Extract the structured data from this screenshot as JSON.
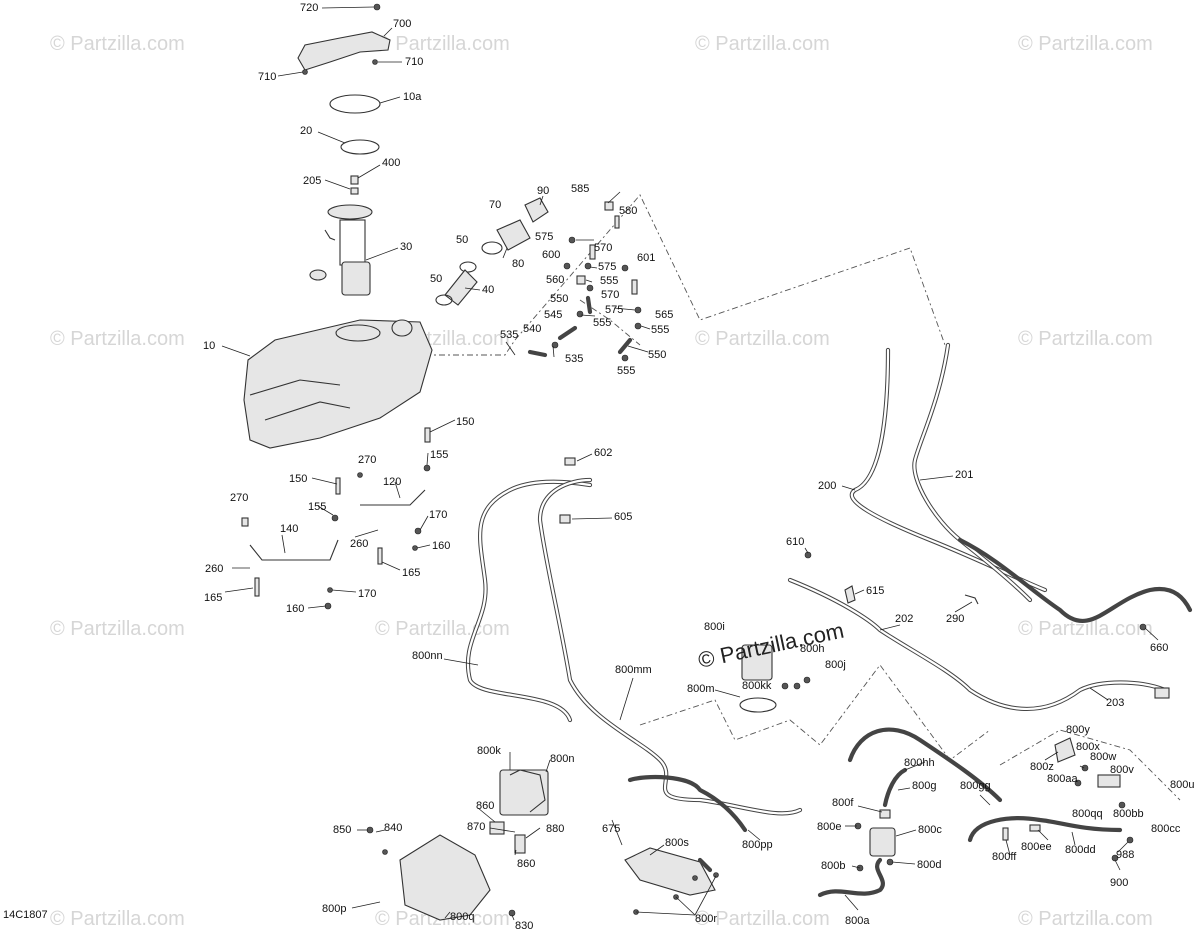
{
  "diagram_code": "14C1807",
  "watermark": {
    "text": "© Partzilla.com",
    "colored_text": "© Partzilla.com"
  },
  "labels": [
    "720",
    "700",
    "710",
    "710",
    "10a",
    "20",
    "400",
    "205",
    "30",
    "10",
    "90",
    "70",
    "80",
    "50",
    "40",
    "50",
    "585",
    "580",
    "575",
    "570",
    "600",
    "575",
    "560",
    "601",
    "555",
    "570",
    "550",
    "575",
    "565",
    "555",
    "545",
    "540",
    "535",
    "535",
    "555",
    "550",
    "555",
    "150",
    "155",
    "270",
    "150",
    "120",
    "155",
    "170",
    "270",
    "140",
    "260",
    "160",
    "260",
    "165",
    "165",
    "170",
    "160",
    "602",
    "605",
    "200",
    "201",
    "610",
    "615",
    "290",
    "202",
    "660",
    "203",
    "800nn",
    "800mm",
    "800m",
    "800kk",
    "800i",
    "800h",
    "800j",
    "800k",
    "800n",
    "860",
    "870",
    "880",
    "860",
    "850",
    "840",
    "800p",
    "800q",
    "830",
    "675",
    "800s",
    "800r",
    "800pp",
    "800hh",
    "800f",
    "800g",
    "800e",
    "800c",
    "800b",
    "800d",
    "800a",
    "800gg",
    "800y",
    "800x",
    "800z",
    "800w",
    "800aa",
    "800v",
    "800qq",
    "800bb",
    "800u",
    "800cc",
    "800ff",
    "800ee",
    "800dd",
    "988",
    "900"
  ]
}
